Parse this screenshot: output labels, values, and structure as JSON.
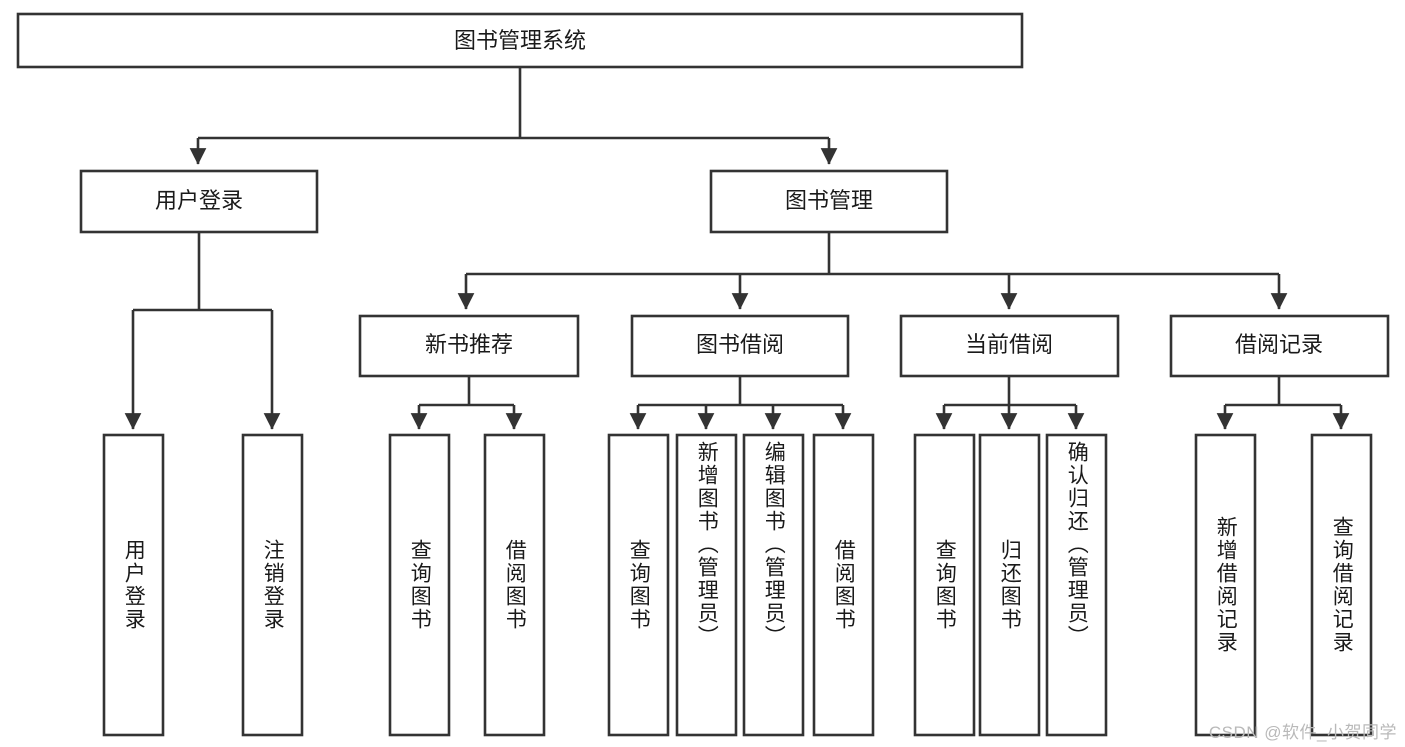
{
  "diagram": {
    "type": "tree",
    "title": "图书管理系统",
    "orientation": "top-down",
    "colors": {
      "box_stroke": "#333333",
      "box_fill": "#ffffff",
      "text": "#1a1a1a",
      "canvas": "#ffffff",
      "watermark": "#b9b9b9"
    },
    "root": {
      "id": "root",
      "label": "图书管理系统",
      "orientation": "horizontal"
    },
    "level2": [
      {
        "id": "user-login",
        "label": "用户登录",
        "orientation": "horizontal"
      },
      {
        "id": "book-management",
        "label": "图书管理",
        "orientation": "horizontal"
      }
    ],
    "level3": [
      {
        "id": "new-book-recommend",
        "label": "新书推荐",
        "parent": "book-management",
        "orientation": "horizontal"
      },
      {
        "id": "book-borrow",
        "label": "图书借阅",
        "parent": "book-management",
        "orientation": "horizontal"
      },
      {
        "id": "current-borrow",
        "label": "当前借阅",
        "parent": "book-management",
        "orientation": "horizontal"
      },
      {
        "id": "borrow-record",
        "label": "借阅记录",
        "parent": "book-management",
        "orientation": "horizontal"
      }
    ],
    "leaves": [
      {
        "id": "leaf-user-login",
        "label": "用户登录",
        "parent": "user-login",
        "orientation": "vertical",
        "align": "center"
      },
      {
        "id": "leaf-user-logout",
        "label": "注销登录",
        "parent": "user-login",
        "orientation": "vertical",
        "align": "center"
      },
      {
        "id": "leaf-query-book-1",
        "label": "查询图书",
        "parent": "new-book-recommend",
        "orientation": "vertical",
        "align": "center"
      },
      {
        "id": "leaf-borrow-book-1",
        "label": "借阅图书",
        "parent": "new-book-recommend",
        "orientation": "vertical",
        "align": "center"
      },
      {
        "id": "leaf-query-book-2",
        "label": "查询图书",
        "parent": "book-borrow",
        "orientation": "vertical",
        "align": "center"
      },
      {
        "id": "leaf-add-book",
        "label": "新增图书（管理员）",
        "parent": "book-borrow",
        "orientation": "vertical",
        "align": "top"
      },
      {
        "id": "leaf-edit-book",
        "label": "编辑图书（管理员）",
        "parent": "book-borrow",
        "orientation": "vertical",
        "align": "top"
      },
      {
        "id": "leaf-borrow-book-2",
        "label": "借阅图书",
        "parent": "book-borrow",
        "orientation": "vertical",
        "align": "center"
      },
      {
        "id": "leaf-query-book-3",
        "label": "查询图书",
        "parent": "current-borrow",
        "orientation": "vertical",
        "align": "center"
      },
      {
        "id": "leaf-return-book",
        "label": "归还图书",
        "parent": "current-borrow",
        "orientation": "vertical",
        "align": "center"
      },
      {
        "id": "leaf-confirm-return",
        "label": "确认归还（管理员）",
        "parent": "current-borrow",
        "orientation": "vertical",
        "align": "top"
      },
      {
        "id": "leaf-add-record",
        "label": "新增借阅记录",
        "parent": "borrow-record",
        "orientation": "vertical",
        "align": "center"
      },
      {
        "id": "leaf-query-record",
        "label": "查询借阅记录",
        "parent": "borrow-record",
        "orientation": "vertical",
        "align": "center"
      }
    ]
  },
  "watermark": {
    "text": "CSDN @软件_小贺同学"
  }
}
